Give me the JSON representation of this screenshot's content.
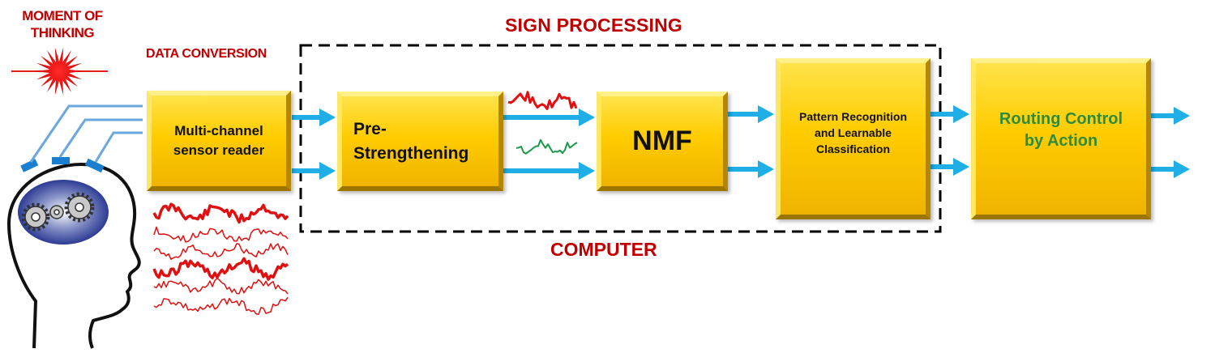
{
  "labels": {
    "moment_of_thinking": "MOMENT OF THINKING",
    "data_conversion": "DATA CONVERSION",
    "sign_processing": "SIGN PROCESSING",
    "computer": "COMPUTER"
  },
  "blocks": {
    "sensor_reader": "Multi-channel\nsensor reader",
    "pre_strengthening": "Pre-\nStrengthening",
    "nmf": "NMF",
    "pattern_recognition": "Pattern Recognition\nand Learnable\nClassification",
    "routing_control": "Routing Control\nby Action"
  },
  "colors": {
    "label_red": "#c00000",
    "block_yellow": "#ffcc00",
    "arrow_blue": "#1faee6",
    "signal_red": "#e01010",
    "signal_green": "#1a9a4a",
    "routing_text_green": "#2e8b3a",
    "brain_blue": "#1a2a8a",
    "dashed_border": "#000000"
  },
  "icons": [
    "burst-icon",
    "head-icon",
    "brain-icon",
    "gear-icon",
    "arrow-icon",
    "waveform-icon",
    "electrode-icon"
  ]
}
